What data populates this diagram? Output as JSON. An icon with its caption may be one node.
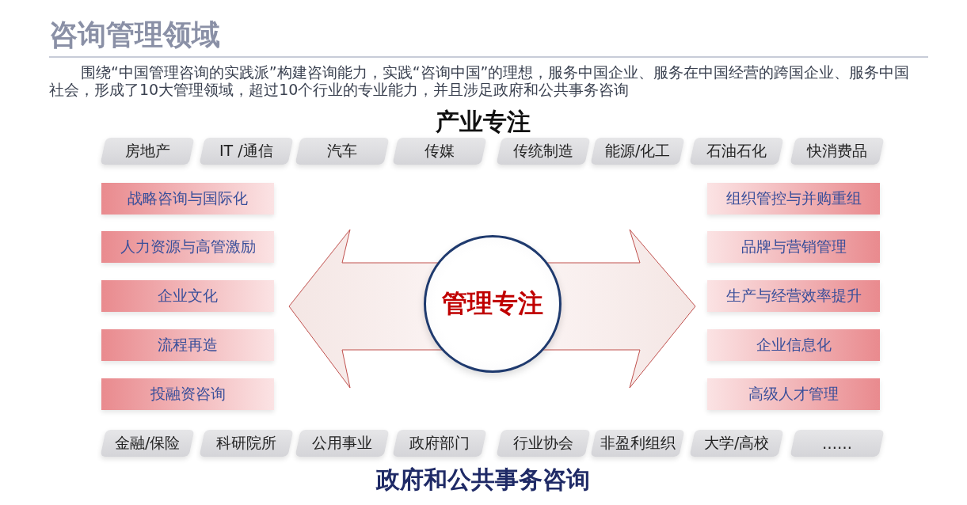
{
  "diagram": {
    "title": "咨询管理领域",
    "nodes": [
      {
        "text": [
          "房地产"
        ]
      },
      {
        "text": [
          "IT /通信"
        ]
      },
      {
        "text": [
          "汽车"
        ]
      },
      {
        "text": [
          "传媒"
        ]
      },
      {
        "text": [
          "传统制造"
        ]
      },
      {
        "text": [
          "能源/化工"
        ]
      },
      {
        "text": [
          "石油石化"
        ]
      },
      {
        "text": [
          "快消费品"
        ]
      },
      {
        "text": [
          "战略咨询与国际化"
        ]
      },
      {
        "text": [
          "人力资源与高管激励"
        ]
      },
      {
        "text": [
          "企业文化"
        ]
      },
      {
        "text": [
          "流程再造"
        ]
      },
      {
        "text": [
          "投融资咨询"
        ]
      },
      {
        "text": [
          "组织管控与并购重组"
        ]
      },
      {
        "text": [
          "品牌与营销管理"
        ]
      },
      {
        "text": [
          "生产与经营效率提升"
        ]
      },
      {
        "text": [
          "企业信息化"
        ]
      },
      {
        "text": [
          "高级人才管理"
        ]
      },
      {
        "text": [
          "管理专注"
        ]
      },
      {
        "text": [
          "金融/保险"
        ]
      },
      {
        "text": [
          "科研院所"
        ]
      },
      {
        "text": [
          "公用事业"
        ]
      },
      {
        "text": [
          "政府部门"
        ]
      },
      {
        "text": [
          "行业协会"
        ]
      },
      {
        "text": [
          "非盈利组织"
        ]
      },
      {
        "text": [
          "大学/高校"
        ]
      },
      {
        "text": [
          "……"
        ]
      }
    ],
    "labels": [
      "围绕“中国管理咨询的实践派”构建咨询能力，实践“咨询中国”的理想，服务中国企业、服务在中国经营的跨国企业、服务中国社会，形成了10大管理领域，超过10个行业的专业能力，并且涉足政府和公共事务咨询",
      "产业专注",
      "政府和公共事务咨询"
    ]
  }
}
